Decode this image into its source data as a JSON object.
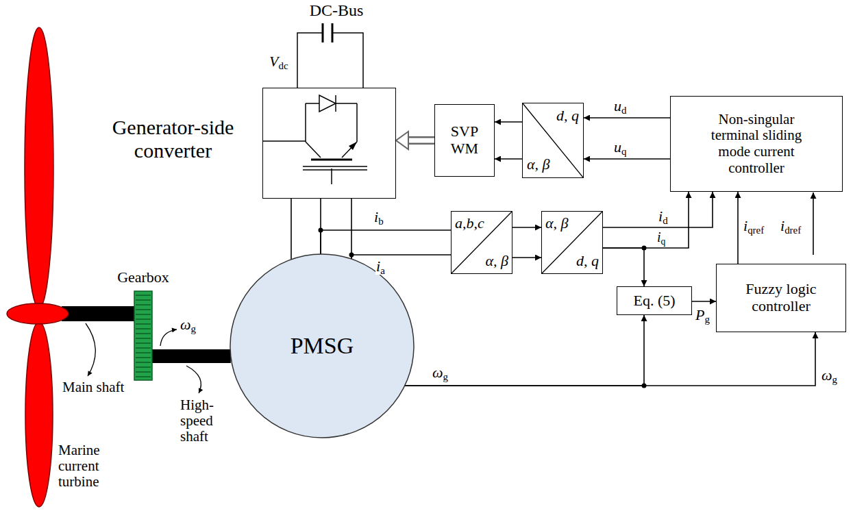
{
  "diagram": {
    "nodes": [
      {
        "text": [
          "Generator-side converter"
        ]
      },
      {
        "text": [
          "SVP WM"
        ]
      },
      {
        "text": [
          "d, q",
          "α, β"
        ]
      },
      {
        "text": [
          "Non-singular terminal sliding mode current controller"
        ]
      },
      {
        "text": [
          "a,b,c",
          "α, β"
        ]
      },
      {
        "text": [
          "α, β",
          "d, q"
        ]
      },
      {
        "text": [
          "Eq. (5)"
        ]
      },
      {
        "text": [
          "Fuzzy logic controller"
        ]
      },
      {
        "text": [
          "Gearbox"
        ]
      },
      {
        "text": [
          "PMSG"
        ]
      }
    ],
    "edges": [
      {
        "from": 1,
        "to": 0,
        "arrow": "to"
      },
      {
        "from": 2,
        "to": 1,
        "arrow": "to"
      },
      {
        "from": 2,
        "to": 1,
        "arrow": "to"
      },
      {
        "from": 3,
        "to": 2,
        "label": "ud",
        "arrow": "to"
      },
      {
        "from": 3,
        "to": 2,
        "label": "uq",
        "arrow": "to"
      },
      {
        "from": 9,
        "to": 0,
        "arrow": "none"
      },
      {
        "from": 9,
        "to": 0,
        "arrow": "none"
      },
      {
        "from": 9,
        "to": 0,
        "arrow": "none"
      },
      {
        "from": 9,
        "to": 4,
        "label": "ib",
        "arrow": "none"
      },
      {
        "from": 9,
        "to": 4,
        "label": "ia",
        "arrow": "none"
      },
      {
        "from": 4,
        "to": 5,
        "arrow": "to"
      },
      {
        "from": 4,
        "to": 5,
        "arrow": "to"
      },
      {
        "from": 5,
        "to": 3,
        "label": "id",
        "arrow": "to"
      },
      {
        "from": 5,
        "to": 3,
        "label": "iq",
        "arrow": "to"
      },
      {
        "from": 5,
        "to": 6,
        "arrow": "to"
      },
      {
        "from": 6,
        "to": 7,
        "label": "Pg",
        "arrow": "to"
      },
      {
        "from": 7,
        "to": 3,
        "label": "iqref",
        "arrow": "to"
      },
      {
        "from": 9,
        "to": 6,
        "arrow": "to"
      },
      {
        "from": 9,
        "to": 7,
        "label": "ωg",
        "arrow": "to"
      },
      {
        "from": 8,
        "to": 9,
        "arrow": "none"
      }
    ],
    "labels": [
      "DC-Bus",
      "Vdc",
      "Marine current turbine",
      "Main shaft",
      "High- speed shaft",
      "ωg",
      "ωg",
      "idref"
    ]
  }
}
